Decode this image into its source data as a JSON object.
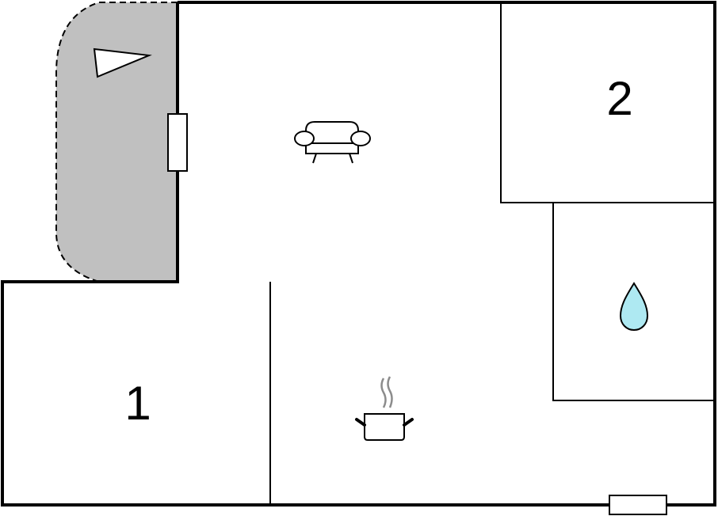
{
  "floorplan": {
    "rooms": [
      {
        "id": "bedroom-1",
        "label": "1"
      },
      {
        "id": "bedroom-2",
        "label": "2"
      }
    ],
    "icons": [
      {
        "name": "sofa-icon",
        "room": "living-room"
      },
      {
        "name": "cooking-pot-icon",
        "room": "kitchen"
      },
      {
        "name": "water-drop-icon",
        "room": "bathroom"
      },
      {
        "name": "compass-pointer-icon",
        "room": "terrace"
      }
    ],
    "colors": {
      "terrace_fill": "#c0c0c0",
      "water_drop_fill": "#aee9f2",
      "steam": "#8c8c8c",
      "walls": "#000000",
      "background": "#ffffff"
    }
  }
}
